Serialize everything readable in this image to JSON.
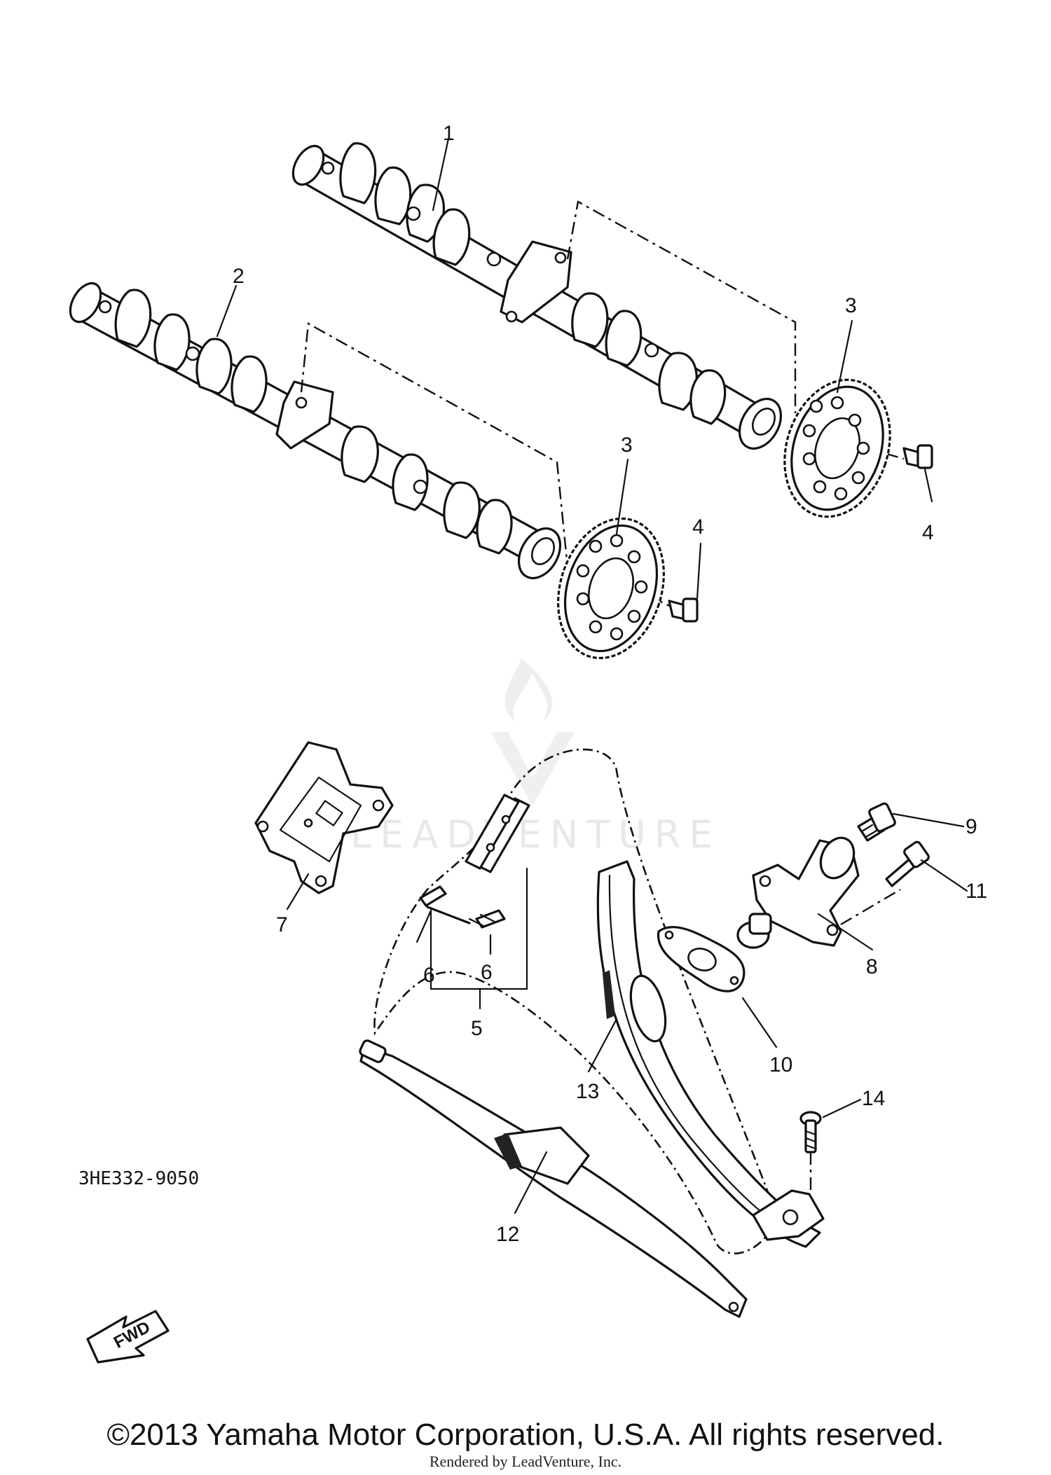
{
  "callouts": [
    "1",
    "2",
    "3",
    "3",
    "4",
    "4",
    "5",
    "6",
    "6",
    "7",
    "8",
    "9",
    "10",
    "11",
    "12",
    "13",
    "14"
  ],
  "fwd_label": "FWD",
  "diagram_code": "3HE332-9050",
  "copyright": "©2013 Yamaha Motor Corporation, U.S.A. All rights reserved.",
  "rendered_by": "Rendered by LeadVenture, Inc.",
  "watermark": "LEADVENTURE"
}
